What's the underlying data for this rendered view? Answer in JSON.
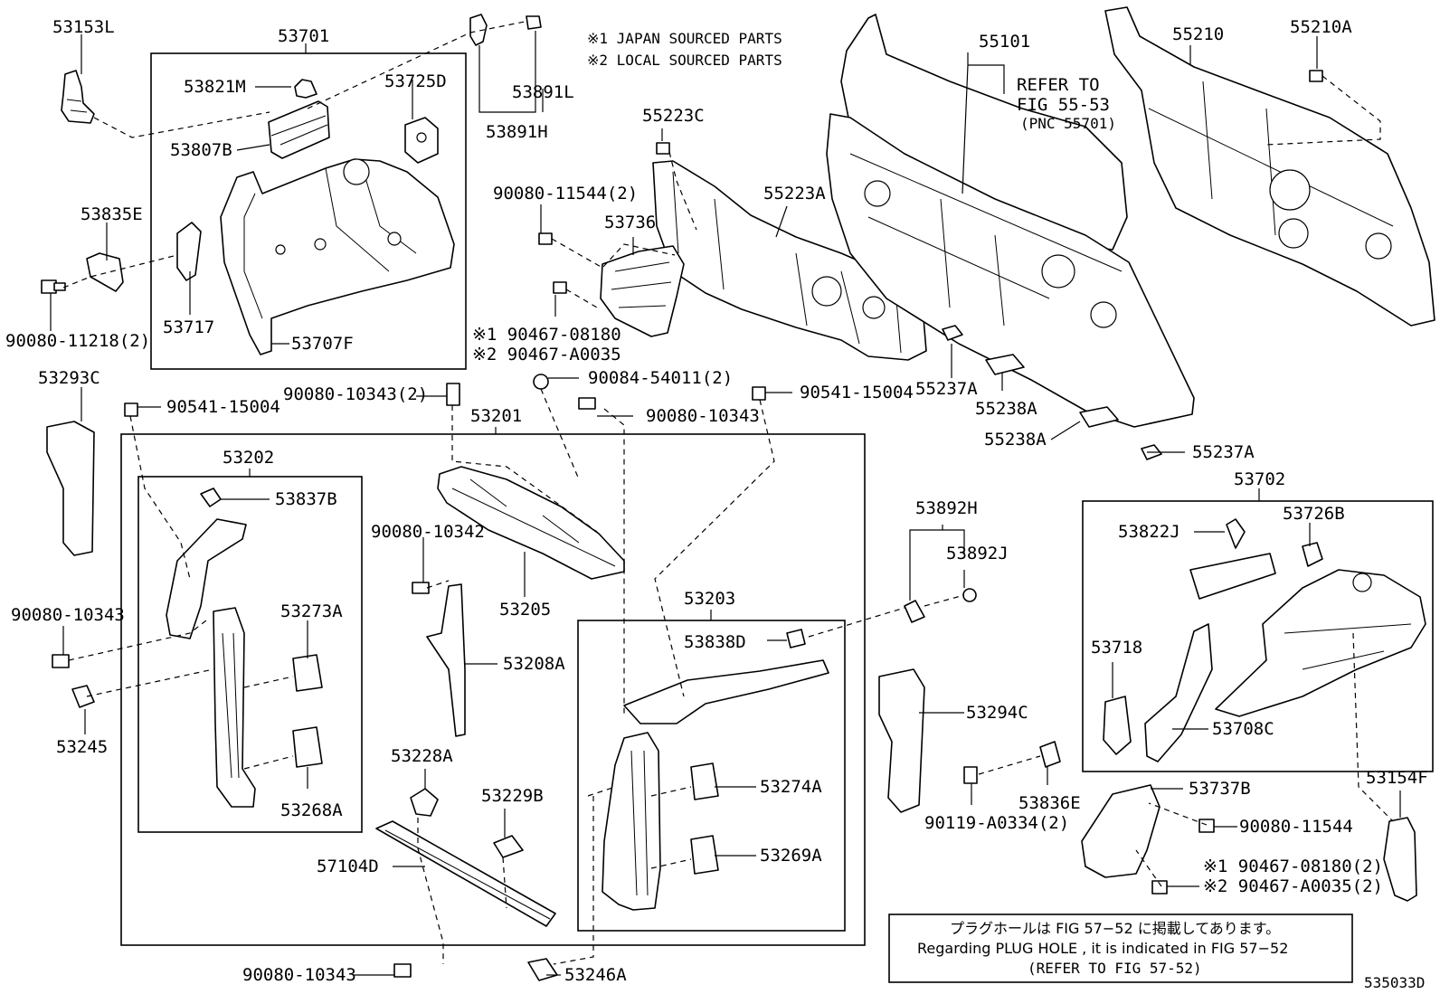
{
  "diagram_code": "535033D",
  "notes": {
    "line1": "※1 JAPAN SOURCED PARTS",
    "line2": "※2 LOCAL SOURCED PARTS"
  },
  "refer": {
    "line1": "REFER TO",
    "line2": "FIG 55-53",
    "line3": "(PNC 55701)"
  },
  "plug_box": {
    "jp": "プラグホールは FIG 57−52 に掲載してあります。",
    "en": "Regarding PLUG HOLE , it is indicated in FIG 57−52",
    "ref": "(REFER TO FIG 57-52)"
  },
  "parts": {
    "p53153L": "53153L",
    "p53701": "53701",
    "p53821M": "53821M",
    "p53725D": "53725D",
    "p53807B": "53807B",
    "p53835E": "53835E",
    "p53717": "53717",
    "p53707F": "53707F",
    "p90080_11218": "90080-11218(2)",
    "p53891L": "53891L",
    "p53891H": "53891H",
    "p55223C": "55223C",
    "p90080_11544_2": "90080-11544(2)",
    "p53736": "53736",
    "p55223A": "55223A",
    "p90467_08180": "※1 90467-08180",
    "p90467_A0035": "※2 90467-A0035",
    "p55101": "55101",
    "p55210": "55210",
    "p55210A": "55210A",
    "p55237A_1": "55237A",
    "p55238A_1": "55238A",
    "p55238A_2": "55238A",
    "p55237A_2": "55237A",
    "p53293C": "53293C",
    "p90541_15004_a": "90541-15004",
    "p90080_10343_2": "90080-10343(2)",
    "p53201": "53201",
    "p90084_54011": "90084-54011(2)",
    "p90080_10343_b": "90080-10343",
    "p90541_15004_b": "90541-15004",
    "p53202": "53202",
    "p53837B": "53837B",
    "p90080_10342": "90080-10342",
    "p53205": "53205",
    "p90080_10343_c": "90080-10343",
    "p53273A": "53273A",
    "p53208A": "53208A",
    "p53245": "53245",
    "p53268A": "53268A",
    "p53228A": "53228A",
    "p53229B": "53229B",
    "p57104D": "57104D",
    "p53203": "53203",
    "p53838D": "53838D",
    "p53274A": "53274A",
    "p53269A": "53269A",
    "p90080_10343_d": "90080-10343",
    "p53246A": "53246A",
    "p53892H": "53892H",
    "p53892J": "53892J",
    "p53294C": "53294C",
    "p90119_A0334": "90119-A0334(2)",
    "p53836E": "53836E",
    "p53702": "53702",
    "p53822J": "53822J",
    "p53726B": "53726B",
    "p53718": "53718",
    "p53708C": "53708C",
    "p53737B": "53737B",
    "p90080_11544_b": "90080-11544",
    "p53154F": "53154F",
    "p90467_08180_2": "※1 90467-08180(2)",
    "p90467_A0035_2": "※2 90467-A0035(2)"
  }
}
